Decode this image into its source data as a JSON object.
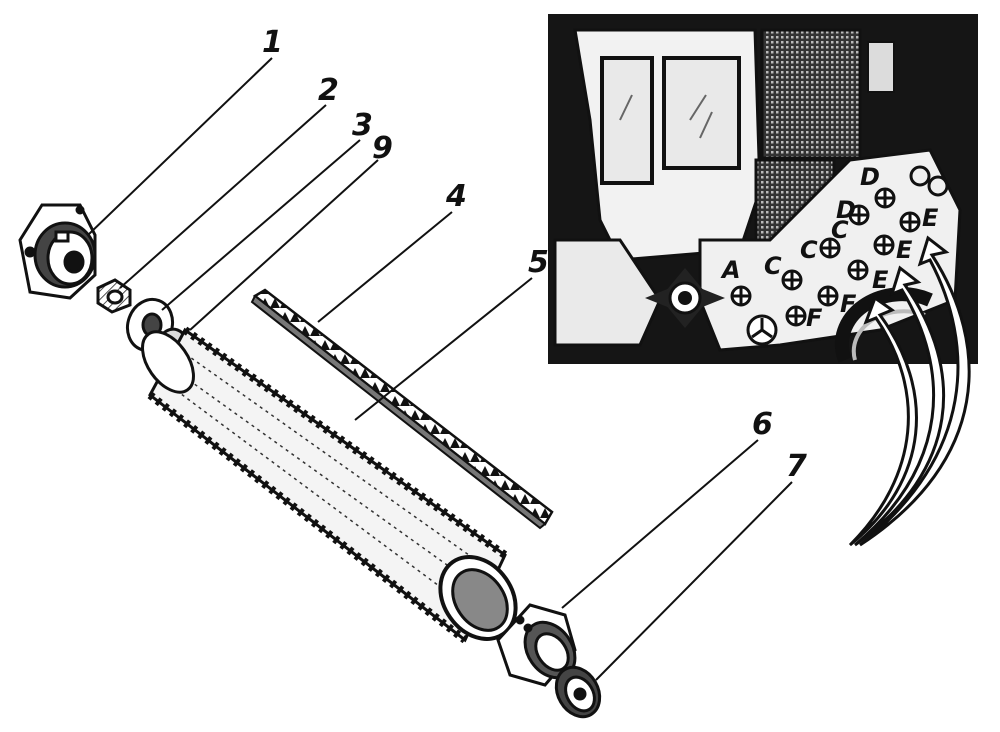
{
  "part_numbers": [
    "1",
    "2",
    "3",
    "9",
    "4",
    "5",
    "6",
    "7"
  ],
  "inset_letters": [
    "A",
    "C",
    "C",
    "C",
    "D",
    "D",
    "E",
    "E",
    "E",
    "F",
    "F"
  ],
  "colors": {
    "ink": "#111111",
    "paper": "#ffffff",
    "inset_bg": "#1a1a1a"
  }
}
